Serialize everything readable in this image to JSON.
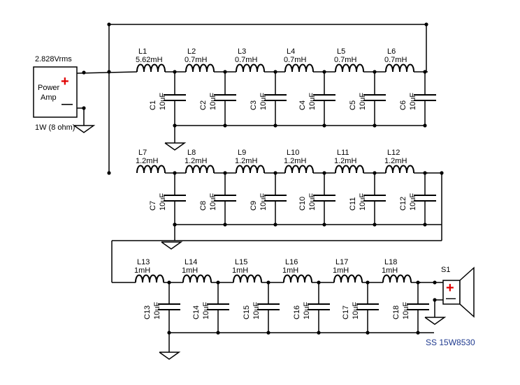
{
  "amp": {
    "voltage": "2.828Vrms",
    "label_line1": "Power",
    "label_line2": "Amp",
    "plus": "+",
    "minus": "—",
    "power_note": "1W (8 ohm)"
  },
  "speaker": {
    "ref": "S1",
    "plus": "+",
    "minus": "—",
    "model": "SS 15W8530"
  },
  "rows": [
    {
      "inductors": [
        {
          "ref": "L1",
          "value": "5.62mH"
        },
        {
          "ref": "L2",
          "value": "0.7mH"
        },
        {
          "ref": "L3",
          "value": "0.7mH"
        },
        {
          "ref": "L4",
          "value": "0.7mH"
        },
        {
          "ref": "L5",
          "value": "0.7mH"
        },
        {
          "ref": "L6",
          "value": "0.7mH"
        }
      ],
      "capacitors": [
        {
          "ref": "C1",
          "value": "10uF"
        },
        {
          "ref": "C2",
          "value": "10uF"
        },
        {
          "ref": "C3",
          "value": "10uF"
        },
        {
          "ref": "C4",
          "value": "10uF"
        },
        {
          "ref": "C5",
          "value": "10uF"
        },
        {
          "ref": "C6",
          "value": "10uF"
        }
      ]
    },
    {
      "inductors": [
        {
          "ref": "L7",
          "value": "1.2mH"
        },
        {
          "ref": "L8",
          "value": "1.2mH"
        },
        {
          "ref": "L9",
          "value": "1.2mH"
        },
        {
          "ref": "L10",
          "value": "1.2mH"
        },
        {
          "ref": "L11",
          "value": "1.2mH"
        },
        {
          "ref": "L12",
          "value": "1.2mH"
        }
      ],
      "capacitors": [
        {
          "ref": "C7",
          "value": "10uF"
        },
        {
          "ref": "C8",
          "value": "10uF"
        },
        {
          "ref": "C9",
          "value": "10uF"
        },
        {
          "ref": "C10",
          "value": "10uF"
        },
        {
          "ref": "C11",
          "value": "10uF"
        },
        {
          "ref": "C12",
          "value": "10uF"
        }
      ]
    },
    {
      "inductors": [
        {
          "ref": "L13",
          "value": "1mH"
        },
        {
          "ref": "L14",
          "value": "1mH"
        },
        {
          "ref": "L15",
          "value": "1mH"
        },
        {
          "ref": "L16",
          "value": "1mH"
        },
        {
          "ref": "L17",
          "value": "1mH"
        },
        {
          "ref": "L18",
          "value": "1mH"
        }
      ],
      "capacitors": [
        {
          "ref": "C13",
          "value": "10uF"
        },
        {
          "ref": "C14",
          "value": "10uF"
        },
        {
          "ref": "C15",
          "value": "10uF"
        },
        {
          "ref": "C16",
          "value": "10uF"
        },
        {
          "ref": "C17",
          "value": "10uF"
        },
        {
          "ref": "C18",
          "value": "10uF"
        }
      ]
    }
  ],
  "colors": {
    "wire": "#000000",
    "plus_sign": "#e00000",
    "model_text": "#1f3a8f"
  }
}
